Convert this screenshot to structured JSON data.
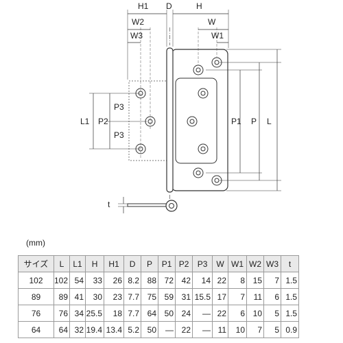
{
  "diagram": {
    "labels": {
      "h1": "H1",
      "d": "D",
      "h": "H",
      "w2": "W2",
      "w3": "W3",
      "w": "W",
      "w1": "W1",
      "l1": "L1",
      "p2": "P2",
      "p3_top": "P3",
      "p3_bottom": "P3",
      "p1": "P1",
      "p": "P",
      "l": "L",
      "t": "t"
    }
  },
  "unit_note": "(mm)",
  "table": {
    "headers": [
      "サイズ",
      "L",
      "L1",
      "H",
      "H1",
      "D",
      "P",
      "P1",
      "P2",
      "P3",
      "W",
      "W1",
      "W2",
      "W3",
      "t"
    ],
    "rows": [
      [
        "102",
        "102",
        "54",
        "33",
        "26",
        "8.2",
        "88",
        "72",
        "42",
        "14",
        "22",
        "8",
        "15",
        "7",
        "1.5"
      ],
      [
        "89",
        "89",
        "41",
        "30",
        "23",
        "7.7",
        "75",
        "59",
        "31",
        "15.5",
        "17",
        "7",
        "11",
        "6",
        "1.5"
      ],
      [
        "76",
        "76",
        "34",
        "25.5",
        "18",
        "7.7",
        "64",
        "50",
        "24",
        "—",
        "22",
        "6",
        "10",
        "5",
        "1.5"
      ],
      [
        "64",
        "64",
        "32",
        "19.4",
        "13.4",
        "5.2",
        "50",
        "—",
        "22",
        "—",
        "11",
        "10",
        "7",
        "5",
        "0.9"
      ]
    ]
  }
}
